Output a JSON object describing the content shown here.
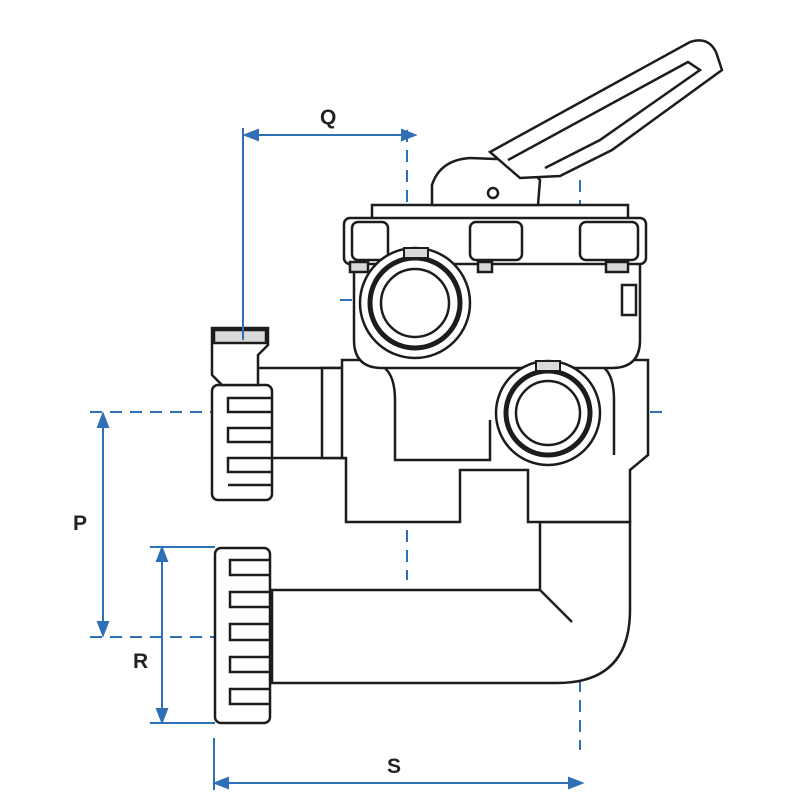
{
  "colors": {
    "outline": "#1c1c1c",
    "dimension": "#2f6fb5",
    "body_fill": "#ffffff",
    "shadow_fill": "#d9d9d9",
    "background": "#ffffff"
  },
  "dimensions": {
    "q": "Q",
    "p": "P",
    "r": "R",
    "s": "S"
  }
}
